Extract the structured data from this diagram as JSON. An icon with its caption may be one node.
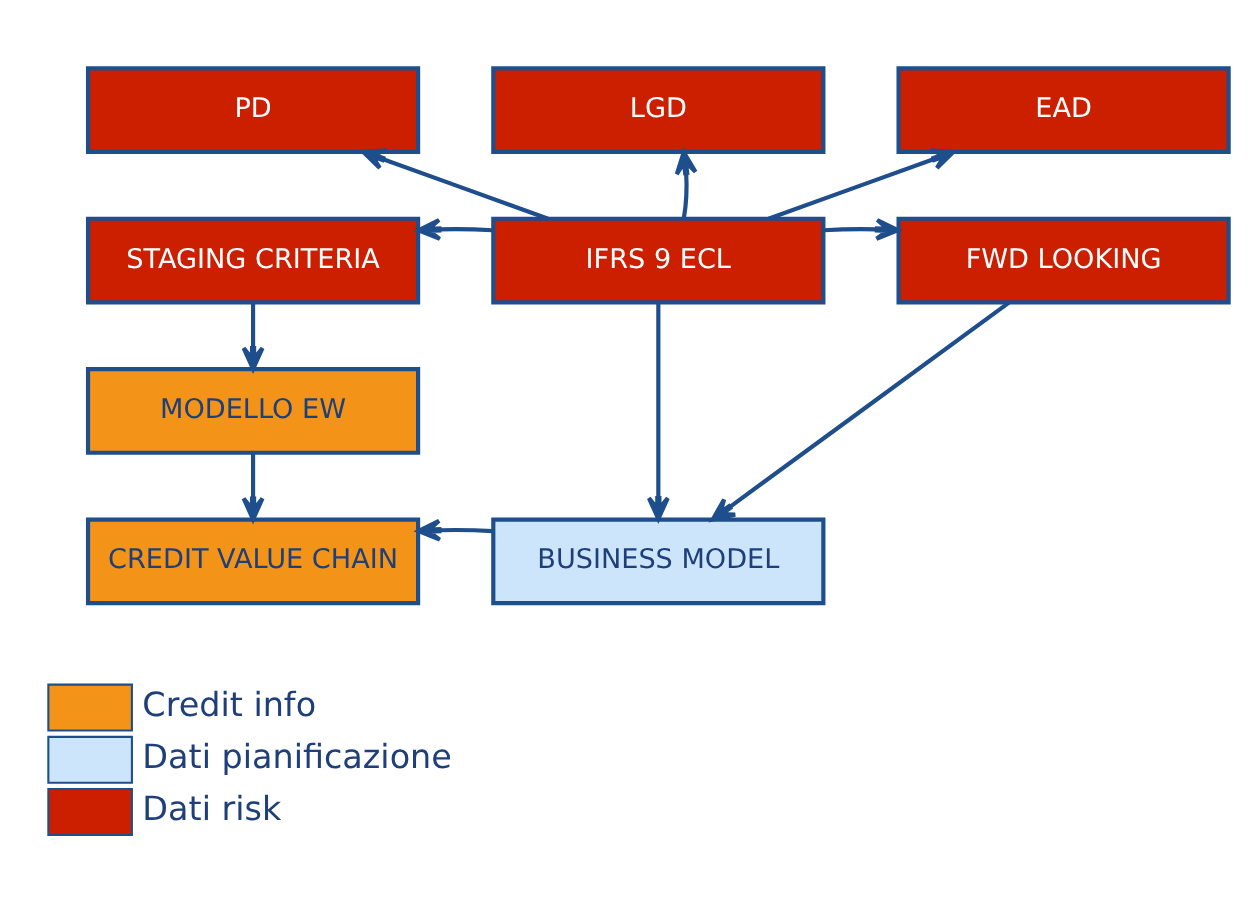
{
  "diagram": {
    "nodes": [
      {
        "text": [
          "PD"
        ]
      },
      {
        "text": [
          "LGD"
        ]
      },
      {
        "text": [
          "EAD"
        ]
      },
      {
        "text": [
          "STAGING CRITERIA"
        ]
      },
      {
        "text": [
          "IFRS 9 ECL"
        ]
      },
      {
        "text": [
          "FWD LOOKING"
        ]
      },
      {
        "text": [
          "MODELLO EW"
        ]
      },
      {
        "text": [
          "CREDIT VALUE CHAIN"
        ]
      },
      {
        "text": [
          "BUSINESS MODEL"
        ]
      }
    ],
    "edges": [
      {
        "from": 4,
        "to": 0,
        "arrow": "to"
      },
      {
        "from": 4,
        "to": 1,
        "arrow": "to"
      },
      {
        "from": 4,
        "to": 2,
        "arrow": "to"
      },
      {
        "from": 4,
        "to": 3,
        "arrow": "to"
      },
      {
        "from": 4,
        "to": 5,
        "arrow": "to"
      },
      {
        "from": 4,
        "to": 8,
        "arrow": "to"
      },
      {
        "from": 3,
        "to": 6,
        "arrow": "to"
      },
      {
        "from": 6,
        "to": 7,
        "arrow": "to"
      },
      {
        "from": 5,
        "to": 8,
        "arrow": "to"
      },
      {
        "from": 8,
        "to": 7,
        "arrow": "to"
      }
    ],
    "legend": [
      {
        "text": "Credit info",
        "color": "#f39418"
      },
      {
        "text": "Dati pianificazione",
        "color": "#cce5fb"
      },
      {
        "text": "Dati risk",
        "color": "#cc1f00"
      }
    ]
  }
}
